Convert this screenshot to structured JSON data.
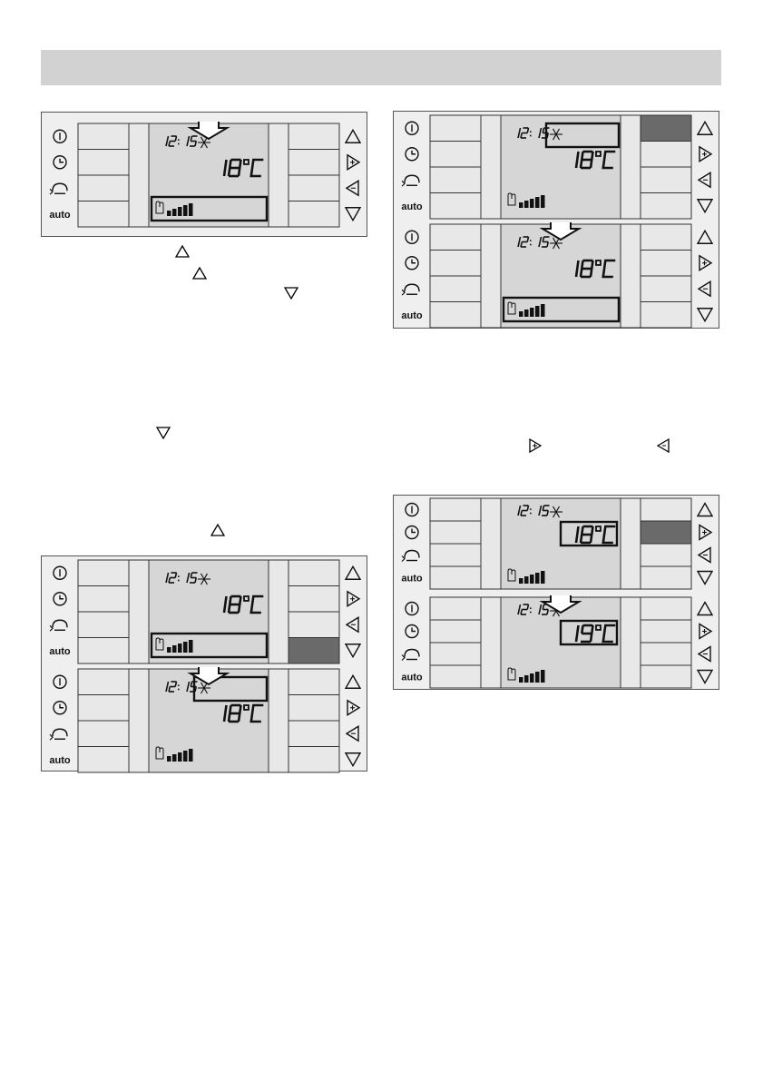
{
  "lcd": {
    "time": "12:15",
    "temp_18": "18°C",
    "temp_19": "19°C"
  },
  "left_icons": [
    "power-icon",
    "clock-icon",
    "air-recirculation-icon",
    "auto-label"
  ],
  "right_icons": [
    "arrow-up-icon",
    "arrow-right-icon",
    "arrow-left-icon",
    "arrow-down-icon"
  ],
  "auto_label": "auto",
  "colors": {
    "header": "#d2d2d2",
    "lcd": "#d6d6d6",
    "button": "#e8e8e8",
    "pressed": "#6a6a6a",
    "panel": "#efefef"
  },
  "panels": [
    {
      "id": "p1",
      "highlight": "fan",
      "pressed": "none",
      "arrow": "top"
    },
    {
      "id": "p2-top",
      "highlight": "fan",
      "pressed": "down"
    },
    {
      "id": "p2-bottom",
      "highlight": "mode",
      "pressed": "none",
      "arrow": "top"
    },
    {
      "id": "p3-top",
      "highlight": "mode",
      "pressed": "up"
    },
    {
      "id": "p3-bottom",
      "highlight": "fan",
      "pressed": "none",
      "arrow": "top"
    },
    {
      "id": "p4-top",
      "highlight": "temp",
      "temp": "18",
      "pressed": "right"
    },
    {
      "id": "p4-bottom",
      "highlight": "temp",
      "temp": "19",
      "pressed": "none",
      "arrow": "top"
    }
  ]
}
